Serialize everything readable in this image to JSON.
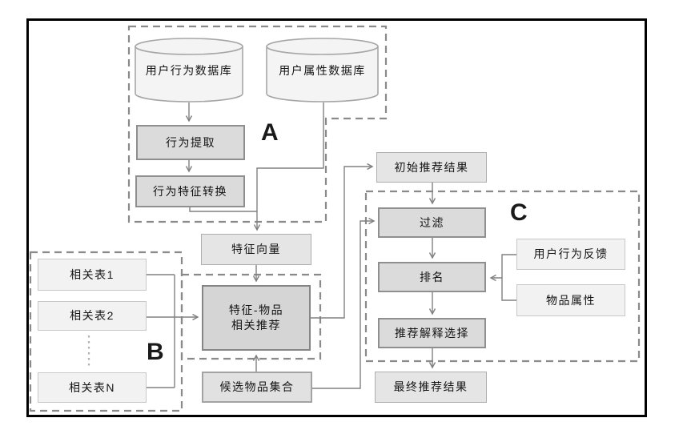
{
  "figure": {
    "groups": {
      "a": "A",
      "b": "B",
      "c": "C"
    },
    "nodes": {
      "db_user_behavior": "用户行为数据库",
      "db_user_attribute": "用户属性数据库",
      "behavior_extraction": "行为提取",
      "behavior_feature_conversion": "行为特征转换",
      "feature_vector": "特征向量",
      "related_table_1": "相关表1",
      "related_table_2": "相关表2",
      "related_table_n": "相关表N",
      "feature_item_rec_line1": "特征-物品",
      "feature_item_rec_line2": "相关推荐",
      "candidate_item_set": "候选物品集合",
      "initial_rec_results": "初始推荐结果",
      "filter": "过滤",
      "ranking": "排名",
      "rec_explanation_selection": "推荐解释选择",
      "final_rec_results": "最终推荐结果",
      "user_behavior_feedback": "用户行为反馈",
      "item_attributes": "物品属性"
    },
    "colors": {
      "connector_line": "#808080",
      "dashed_group_border": "#8a8a8a",
      "frame_border": "#000000",
      "box_dark_fill": "#dbdbdb",
      "box_mid_fill": "#e5e5e5",
      "box_light_fill": "#f2f2f2",
      "cylinder_fill": "#f4f4f4"
    }
  }
}
